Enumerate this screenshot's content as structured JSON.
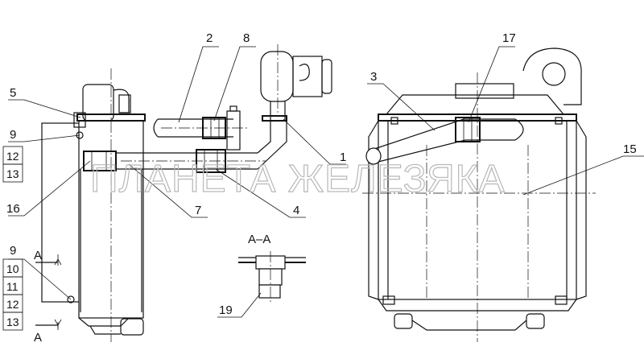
{
  "callouts": {
    "c1": "1",
    "c2": "2",
    "c3": "3",
    "c4": "4",
    "c5": "5",
    "c7": "7",
    "c8": "8",
    "c9": "9",
    "c15": "15",
    "c16": "16",
    "c17": "17",
    "c19": "19"
  },
  "stack_top": [
    "12",
    "13"
  ],
  "stack_bottom": [
    "9",
    "10",
    "11",
    "12",
    "13"
  ],
  "section_letter": "A",
  "section_title": "A–A",
  "watermark": "ПЛАНЕТА ЖЕЛЕЗЯКА"
}
